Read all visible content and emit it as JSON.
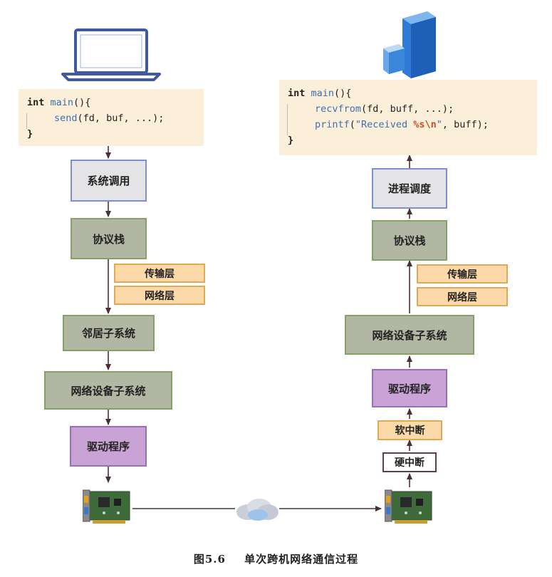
{
  "left": {
    "code": {
      "line1_kw": "int",
      "line1_fn": "main",
      "line1_rest": "(){",
      "line2_fn": "send",
      "line2_rest": "(fd, buf, ...);",
      "line3": "}"
    },
    "boxes": {
      "syscall": "系统调用",
      "stack": "协议栈",
      "transport": "传输层",
      "network": "网络层",
      "neighbor": "邻居子系统",
      "netdev": "网络设备子系统",
      "driver": "驱动程序"
    }
  },
  "right": {
    "code": {
      "line1_kw": "int",
      "line1_fn": "main",
      "line1_rest": "(){",
      "line2_fn": "recvfrom",
      "line2_rest": "(fd, buff, ...);",
      "line3_fn": "printf",
      "line3_open": "(",
      "line3_str1": "\"Received ",
      "line3_fmt": "%s\\n",
      "line3_str2": "\"",
      "line3_rest": ", buff);",
      "line4": "}"
    },
    "boxes": {
      "scheduler": "进程调度",
      "stack": "协议栈",
      "transport": "传输层",
      "network": "网络层",
      "netdev": "网络设备子系统",
      "driver": "驱动程序",
      "softirq": "软中断",
      "hardirq": "硬中断"
    }
  },
  "icons": {
    "laptop": "laptop-icon",
    "server": "server-icon",
    "nic_left": "network-card-icon",
    "nic_right": "network-card-icon",
    "cloud": "cloud-icon"
  },
  "caption": {
    "figure": "图5.6",
    "title": "单次跨机网络通信过程"
  },
  "colors": {
    "code_bg": "#fcefd9",
    "blue_box": "#7d8fcf",
    "green_box": "#84a266",
    "purple_box": "#caa3d6",
    "orange_box": "#fbd9a8",
    "arrow": "#4a2f33"
  }
}
